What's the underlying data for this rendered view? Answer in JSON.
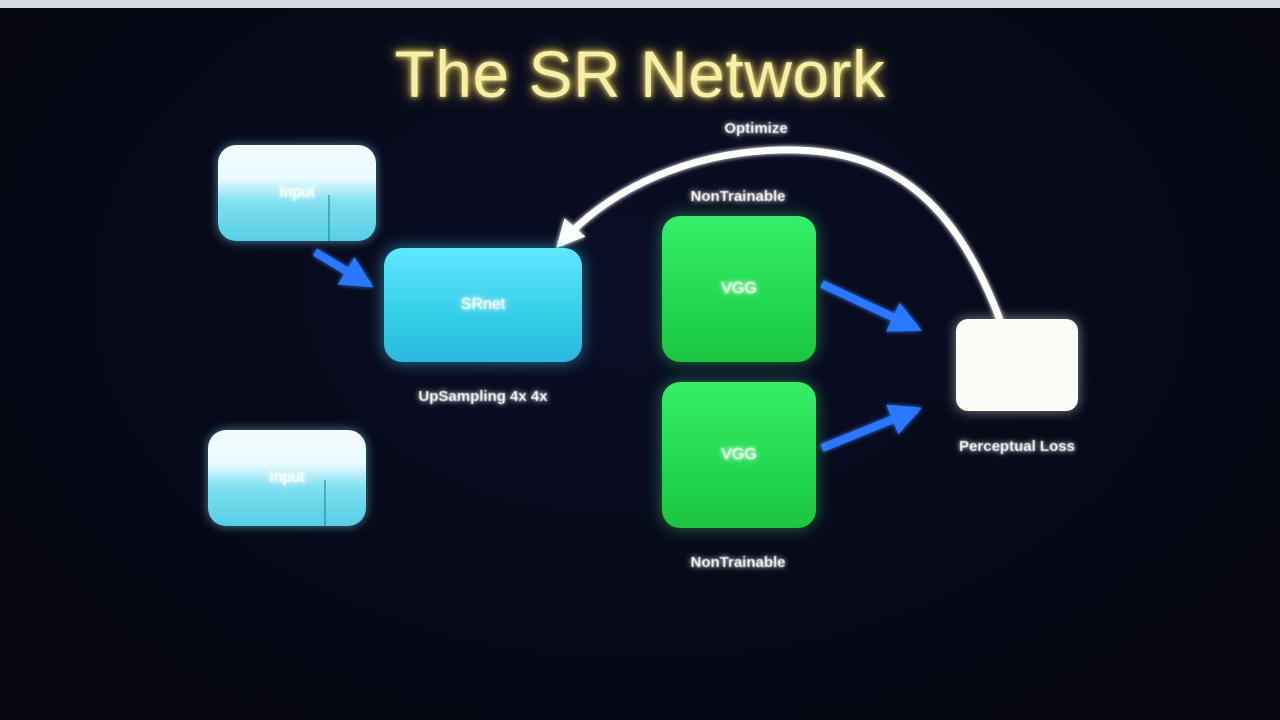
{
  "slide": {
    "title": "The SR Network"
  },
  "nodes": {
    "input_top": {
      "label": "Input"
    },
    "input_bottom": {
      "label": "Input"
    },
    "upsample": {
      "label": "SRnet",
      "caption": "UpSampling 4x 4x"
    },
    "vgg_top": {
      "label": "VGG",
      "caption": "NonTrainable"
    },
    "vgg_bottom": {
      "label": "VGG",
      "caption": "NonTrainable"
    },
    "loss": {
      "label": "",
      "caption": "Perceptual Loss"
    }
  },
  "feedback": {
    "label": "Optimize"
  },
  "colors": {
    "title": "#f4f0a8",
    "arrow_blue": "#1f6bff",
    "upsample": "#35cde8",
    "vgg": "#22d84d",
    "loss": "#fbfbf8",
    "feedback_arrow": "#ffffff"
  }
}
